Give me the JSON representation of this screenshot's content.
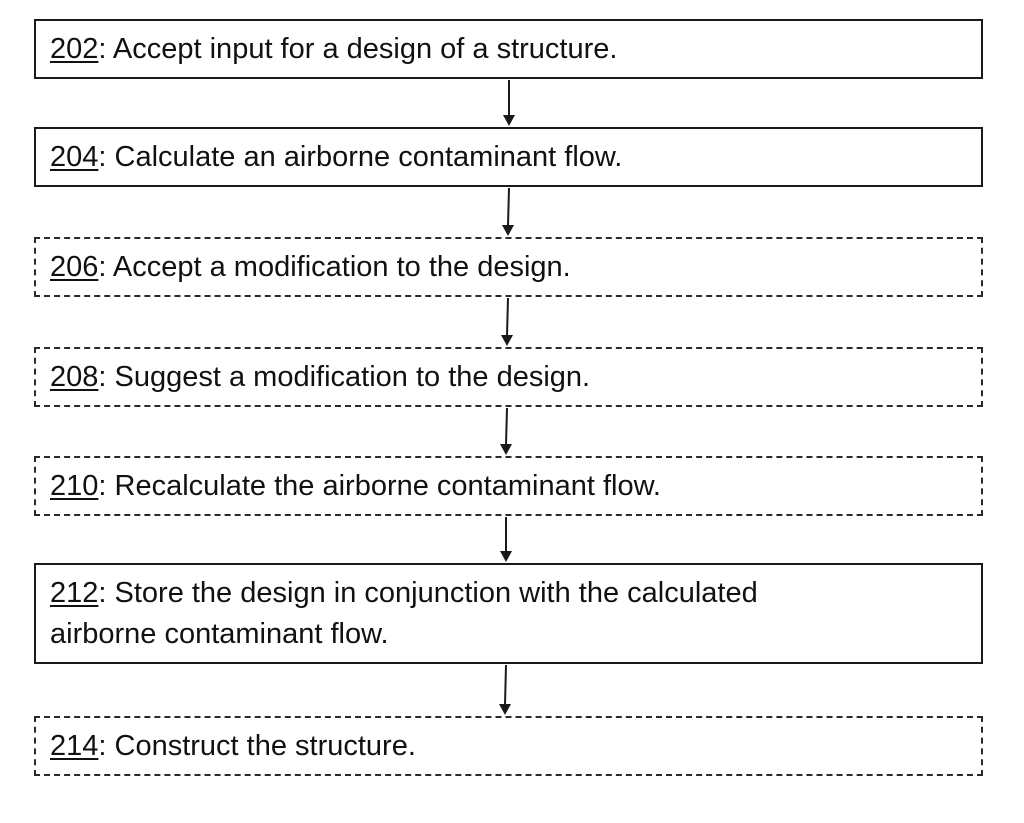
{
  "steps": [
    {
      "id": "202",
      "text": ": Accept input for a design of a structure.",
      "style": "solid"
    },
    {
      "id": "204",
      "text": ": Calculate an airborne contaminant flow.",
      "style": "solid"
    },
    {
      "id": "206",
      "text": ": Accept a modification to the design.",
      "style": "dashed"
    },
    {
      "id": "208",
      "text": ": Suggest a modification to the design.",
      "style": "dashed"
    },
    {
      "id": "210",
      "text": ": Recalculate the airborne contaminant flow.",
      "style": "dashed"
    },
    {
      "id": "212",
      "text": ": Store the design in conjunction with the calculated airborne contaminant flow.",
      "style": "solid"
    },
    {
      "id": "214",
      "text": ": Construct the structure.",
      "style": "dashed"
    }
  ]
}
